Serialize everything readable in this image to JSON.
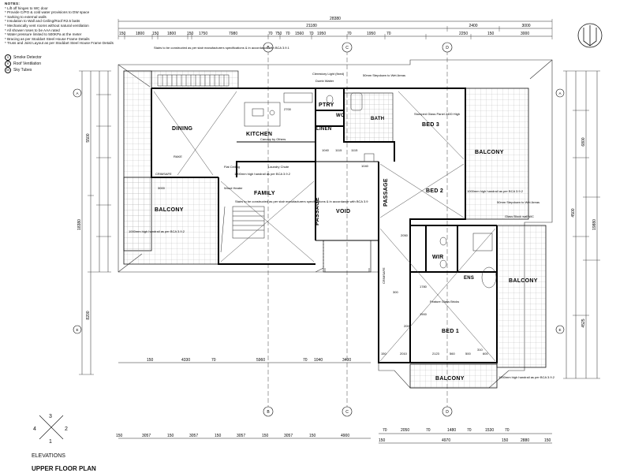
{
  "notes": {
    "title": "NOTES:",
    "items": [
      "* Lift off hinges to WC door",
      "* Provide C/PO & cold water provisions to DW space",
      "* Sarking to external walls",
      "* Insulation to Wall and Ceiling/Roof R2.5 batts",
      "* Mechanically vent rooms without natural ventilation",
      "* All shower roses to be AAA rated",
      "* Water pressure limited to 500KPa at the meter",
      "* Bracing as per Stoddart Steel House Frame Details",
      "* Truss and Joist Layout as per Stoddart Steel House Frame Details"
    ]
  },
  "legend": [
    {
      "symbol": "S",
      "label": "Smoke Detector"
    },
    {
      "symbol": "R",
      "label": "Roof Ventilation"
    },
    {
      "symbol": "SK",
      "label": "Sky Tubes"
    }
  ],
  "rooms": {
    "dining": "DINING",
    "kitchen": "KITCHEN",
    "family": "FAMILY",
    "balcony_w": "BALCONY",
    "passage_1": "PASSAGE",
    "void": "VOID",
    "passage_2": "PASSAGE",
    "ptry": "PTRY",
    "wc": "WC",
    "linen": "LINEN",
    "bath": "BATH",
    "bed3": "BED 3",
    "bed2": "BED 2",
    "balcony_ne": "BALCONY",
    "wir": "WIR",
    "ens": "ENS",
    "balcony_se": "BALCONY",
    "bed1": "BED 1",
    "balcony_s": "BALCONY"
  },
  "annotations": {
    "stairs_top": "Stairs to be constructed as per stair manufacturers specifications & in accordance with BCA 3.9.1",
    "stairs_fam": "Stairs to be constructed as per stair manufacturers specifications & in accordance with BCA 3.9",
    "handrail_fam": "1000mm high handrail as per BCA 3.9.2",
    "handrail_bal": "1000mm high handrail as per BCA 3.9.2",
    "handrail_bed2": "1000mm high handrail as per BCA 3.9.2",
    "handrail_s": "1000mm high handrail as per BCA 3.9.2",
    "flat_ceiling": "Flat Ceiling",
    "laundry_chute": "Laundry Chute",
    "wood_heater": "Wood Heater",
    "dumb_waiter": "Dumb Waiter",
    "canopy": "Canopy by Others",
    "clerestory": "Clerestory Light (fixed)",
    "stepdown_wet": "50mm Stepdown to Wet Areas",
    "stumped_glass": "Stumped Glass Panel 2400 High",
    "stepdown_bed2": "50mm Stepdown to Wet Areas",
    "glass_block": "Glass Block wall WC",
    "feature_glass": "Feature Glass Bricks",
    "rake": "RAKE",
    "crimsafe": "CRIMSAFE"
  },
  "dims": {
    "overall_top": "28380",
    "top_sub": [
      "21180",
      "2400",
      "3000"
    ],
    "top_row": [
      "150",
      "1800",
      "150",
      "1800",
      "150",
      "1750",
      "7980",
      "70",
      "750",
      "70",
      "1560",
      "70",
      "1950",
      "70",
      "1950",
      "70",
      "2250",
      "150",
      "3000"
    ],
    "left_overall": "18380",
    "left_a": "5500",
    "left_b": "8200",
    "right_overall": "19880",
    "right_a": "6800",
    "right_b": "4500",
    "right_c": "4525",
    "bottom_row1": [
      "150",
      "4330",
      "70",
      "5960",
      "70",
      "1040",
      "3400"
    ],
    "bottom_row2": [
      "150",
      "3057",
      "150",
      "3057",
      "150",
      "3057",
      "150",
      "3057",
      "150",
      "4900"
    ],
    "bottom_row3": [
      "70",
      "2050",
      "70",
      "1480",
      "70",
      "1530",
      "70",
      "150",
      "4970",
      "150",
      "2880",
      "150"
    ],
    "misc": [
      "1040",
      "1115",
      "1115",
      "2700",
      "2050",
      "2000",
      "2123",
      "560",
      "500",
      "1040",
      "310",
      "600",
      "300",
      "1780",
      "1900",
      "3000",
      "2010",
      "150"
    ]
  },
  "grid_bubbles": [
    "B",
    "B",
    "C",
    "C",
    "D",
    "D",
    "A",
    "A",
    "E",
    "E"
  ],
  "elevations": {
    "label": "ELEVATIONS",
    "numbers": [
      "1",
      "2",
      "3",
      "4"
    ]
  },
  "title": "UPPER FLOOR PLAN"
}
